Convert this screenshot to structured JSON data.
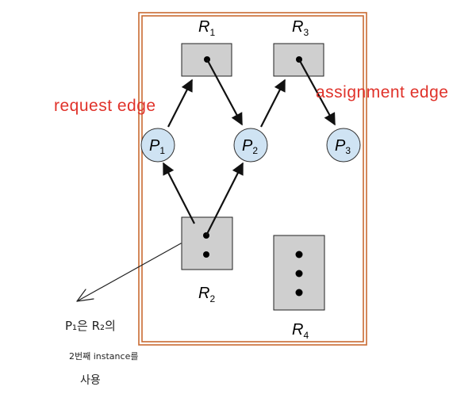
{
  "resources": [
    {
      "base": "R",
      "sub": "1",
      "instances": 1
    },
    {
      "base": "R",
      "sub": "3",
      "instances": 1
    },
    {
      "base": "R",
      "sub": "2",
      "instances": 2
    },
    {
      "base": "R",
      "sub": "4",
      "instances": 3
    }
  ],
  "processes": [
    {
      "base": "P",
      "sub": "1"
    },
    {
      "base": "P",
      "sub": "2"
    },
    {
      "base": "P",
      "sub": "3"
    }
  ],
  "edge_labels": {
    "request": "request edge",
    "assignment": "assignment edge"
  },
  "annotation": {
    "line1": "P₁은 R₂의",
    "line2": "2번째 instance를",
    "line3": "사용"
  },
  "colors": {
    "frame": "#c96a32",
    "resource_fill": "#cfcfcf",
    "process_fill": "#cfe3f3",
    "edge_label": "#e0322a"
  }
}
